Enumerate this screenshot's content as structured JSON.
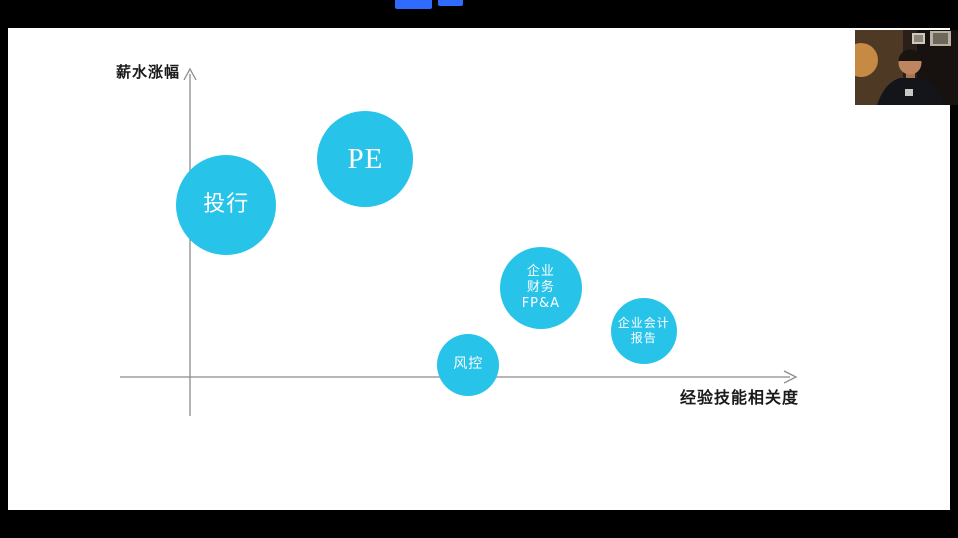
{
  "app": {
    "background_color": "#000000",
    "share_toolbar_color": "#2E6BFE",
    "slide_background_color": "#FFFFFF"
  },
  "chart_data": {
    "type": "scatter",
    "variant": "bubble",
    "title": "",
    "xlabel": "经验技能相关度",
    "ylabel": "薪水涨幅",
    "x_range": [
      0,
      100
    ],
    "y_range": [
      0,
      100
    ],
    "grid": false,
    "legend": false,
    "axis_color": "#8C8C8C",
    "bubble_color": "#27C3E8",
    "bubble_label_color": "#FFFFFF",
    "points": [
      {
        "id": "investment-banking",
        "label": "投行",
        "lines": [
          "投行"
        ],
        "x": 6,
        "y": 56,
        "r": 50,
        "font_px": 22,
        "serif": false
      },
      {
        "id": "private-equity",
        "label": "PE",
        "lines": [
          "PE"
        ],
        "x": 29,
        "y": 71,
        "r": 48,
        "font_px": 29,
        "serif": true
      },
      {
        "id": "corporate-finance-fpa",
        "label": "企业财务FP&A",
        "lines": [
          "企业",
          "财务",
          "FP&A"
        ],
        "x": 58,
        "y": 29,
        "r": 41,
        "font_px": 13,
        "serif": false
      },
      {
        "id": "risk-control",
        "label": "风控",
        "lines": [
          "风控"
        ],
        "x": 46,
        "y": 4,
        "r": 31,
        "font_px": 14,
        "serif": false
      },
      {
        "id": "corporate-accounting-reporting",
        "label": "企业会计报告",
        "lines": [
          "企业会计",
          "报告"
        ],
        "x": 75,
        "y": 15,
        "r": 33,
        "font_px": 12,
        "serif": false
      }
    ]
  }
}
